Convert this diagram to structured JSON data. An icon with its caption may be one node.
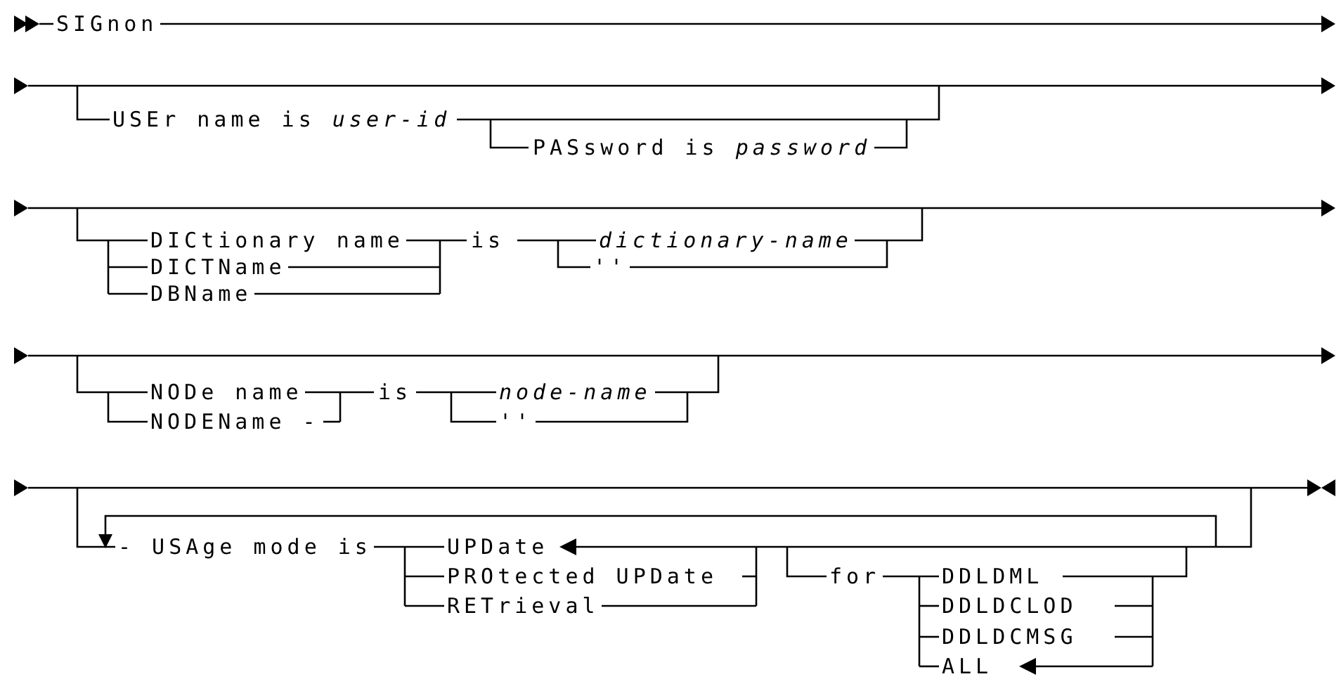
{
  "diagram": {
    "labels": [
      "SIGnon",
      "USEr name is *user-id*",
      "PASsword is *password*",
      "DICtionary name",
      "DICTName",
      "DBName",
      "is",
      "dictionary-name",
      "''",
      "NODe name",
      "NODEName -",
      "is",
      "node-name",
      "''",
      "- USAge mode is",
      "UPDate",
      "PROtected UPDate",
      "RETrieval",
      "for",
      "DDLDML",
      "DDLDCLOD",
      "DDLDCMSG",
      "ALL"
    ]
  }
}
